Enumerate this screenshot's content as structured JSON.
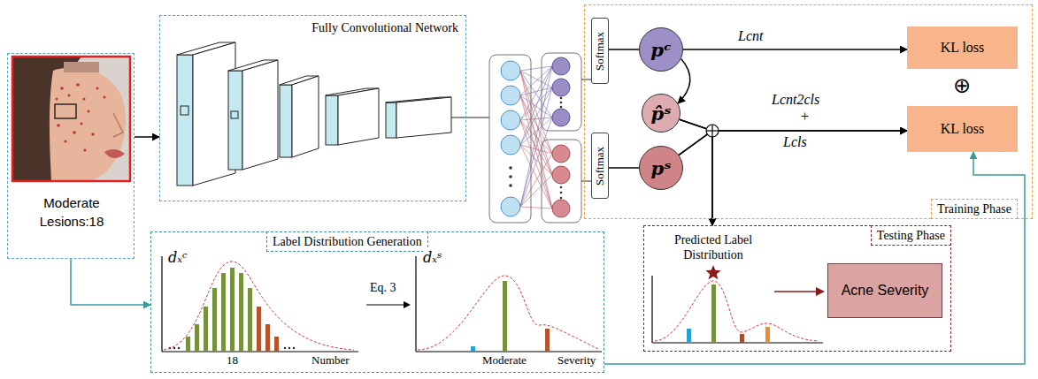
{
  "diagram": {
    "nodes": [
      {
        "text": [
          "Moderate Lesions:18"
        ]
      },
      {
        "text": [
          "Fully Convolutional Network"
        ]
      },
      {
        "text": [
          "Label Distribution Generation"
        ]
      },
      {
        "text": [
          "Training Phase"
        ]
      },
      {
        "text": [
          "Softmax"
        ],
        "in": 3
      },
      {
        "text": [
          "Softmax"
        ],
        "in": 3
      },
      {
        "text": [
          "pᶜ"
        ],
        "in": 3
      },
      {
        "text": [
          "p̂ˢ"
        ],
        "in": 3
      },
      {
        "text": [
          "pˢ"
        ],
        "in": 3
      },
      {
        "text": [
          "KL loss"
        ],
        "in": 3
      },
      {
        "text": [
          "KL loss"
        ],
        "in": 3
      },
      {
        "text": [
          "Testing Phase"
        ]
      },
      {
        "text": [
          "Acne Severity"
        ],
        "in": 11
      }
    ],
    "edges": [
      {
        "from": 0,
        "to": 1,
        "arrow": "to"
      },
      {
        "from": 0,
        "to": 2,
        "arrow": "to"
      },
      {
        "from": 2,
        "to": 10,
        "arrow": "to"
      },
      {
        "from": 4,
        "to": 6,
        "arrow": "none"
      },
      {
        "from": 5,
        "to": 8,
        "arrow": "none"
      },
      {
        "from": 6,
        "to": 9,
        "arrow": "to",
        "label": "Lcnt"
      },
      {
        "from": 6,
        "to": 7,
        "arrow": "to"
      },
      {
        "from": 7,
        "to": 10,
        "arrow": "to"
      },
      {
        "from": 8,
        "to": 10,
        "arrow": "to"
      },
      {
        "from": 7,
        "to": 11,
        "arrow": "to"
      },
      {
        "from": 8,
        "to": 11,
        "arrow": "to"
      }
    ],
    "labels": [
      "Lcnt2cls",
      "+",
      "Lcls",
      "⊕",
      "dₓᶜ",
      "Number",
      "18",
      "Eq. 3",
      "dₓˢ",
      "Severity",
      "Moderate",
      "Predicted Label Distribution"
    ]
  }
}
